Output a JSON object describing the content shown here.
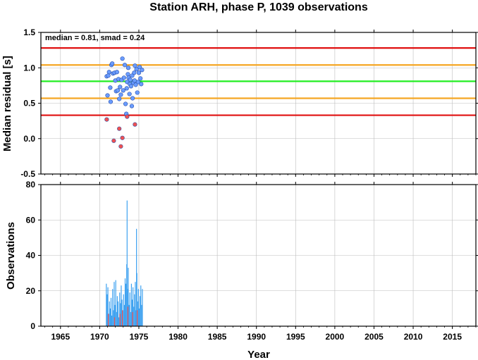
{
  "chart_data": {
    "title": "Station ARH, phase P, 1039 observations",
    "xlabel": "Year",
    "x_ticks": [
      1965,
      1970,
      1975,
      1980,
      1985,
      1990,
      1995,
      2000,
      2005,
      2010,
      2015
    ],
    "xlim": [
      1962.5,
      2018
    ],
    "panels": [
      {
        "type": "scatter",
        "ylabel": "Median residual [s]",
        "ylim": [
          -0.5,
          1.5
        ],
        "y_ticks": [
          -0.5,
          0.0,
          0.5,
          1.0,
          1.5
        ],
        "y_tick_labels": [
          "-0.5",
          "0.0",
          "0.5",
          "1.0",
          "1.5"
        ],
        "grid": true,
        "annotation": "median = 0.81, smad = 0.24",
        "reference_lines": [
          {
            "y": 1.28,
            "color": "#e01010"
          },
          {
            "y": 1.04,
            "color": "#f5a623"
          },
          {
            "y": 0.81,
            "color": "#22ee22"
          },
          {
            "y": 0.57,
            "color": "#f5a623"
          },
          {
            "y": 0.33,
            "color": "#e01010"
          }
        ],
        "series": [
          {
            "color": "#6a9cff",
            "points": [
              [
                1970.9,
                0.88
              ],
              [
                1971.0,
                0.61
              ],
              [
                1971.1,
                0.89
              ],
              [
                1971.2,
                0.94
              ],
              [
                1971.35,
                0.72
              ],
              [
                1971.4,
                0.52
              ],
              [
                1971.5,
                1.04
              ],
              [
                1971.6,
                1.06
              ],
              [
                1971.7,
                0.92
              ],
              [
                1971.9,
                0.93
              ],
              [
                1972.0,
                0.82
              ],
              [
                1972.1,
                0.67
              ],
              [
                1972.2,
                0.94
              ],
              [
                1972.3,
                0.68
              ],
              [
                1972.4,
                0.84
              ],
              [
                1972.5,
                0.56
              ],
              [
                1972.6,
                0.73
              ],
              [
                1972.7,
                0.62
              ],
              [
                1972.8,
                0.83
              ],
              [
                1972.9,
                1.13
              ],
              [
                1973.0,
                0.68
              ],
              [
                1973.1,
                0.86
              ],
              [
                1973.2,
                1.04
              ],
              [
                1973.3,
                0.49
              ],
              [
                1973.4,
                0.35
              ],
              [
                1973.45,
                0.71
              ],
              [
                1973.5,
                0.8
              ],
              [
                1973.6,
                0.91
              ],
              [
                1973.65,
                1.0
              ],
              [
                1973.7,
                0.86
              ],
              [
                1973.8,
                0.63
              ],
              [
                1973.85,
                0.77
              ],
              [
                1973.9,
                0.83
              ],
              [
                1974.0,
                0.74
              ],
              [
                1974.1,
                0.46
              ],
              [
                1974.15,
                0.89
              ],
              [
                1974.2,
                0.57
              ],
              [
                1974.3,
                0.79
              ],
              [
                1974.4,
                0.93
              ],
              [
                1974.45,
                0.82
              ],
              [
                1974.5,
                1.03
              ],
              [
                1974.6,
                0.76
              ],
              [
                1974.7,
                0.98
              ],
              [
                1974.8,
                0.65
              ],
              [
                1974.9,
                0.8
              ],
              [
                1975.0,
                0.93
              ],
              [
                1975.1,
                1.01
              ],
              [
                1975.2,
                0.85
              ],
              [
                1975.3,
                0.77
              ],
              [
                1975.4,
                0.97
              ]
            ]
          },
          {
            "color": "#f05050",
            "points": [
              [
                1970.9,
                0.27
              ],
              [
                1971.8,
                -0.03
              ],
              [
                1972.5,
                0.14
              ],
              [
                1972.7,
                -0.11
              ],
              [
                1972.9,
                0.01
              ],
              [
                1973.5,
                0.31
              ],
              [
                1974.5,
                0.2
              ]
            ]
          }
        ]
      },
      {
        "type": "bar",
        "ylabel": "Observations",
        "ylim": [
          0,
          80
        ],
        "y_ticks": [
          0,
          20,
          40,
          60,
          80
        ],
        "y_tick_labels": [
          "0",
          "20",
          "40",
          "60",
          "80"
        ],
        "grid": true,
        "bar_width_years": 0.06,
        "series": [
          {
            "color": "#3fa2f0",
            "x": [
              1970.85,
              1970.95,
              1971.05,
              1971.15,
              1971.25,
              1971.35,
              1971.45,
              1971.55,
              1971.65,
              1971.75,
              1971.85,
              1971.95,
              1972.05,
              1972.15,
              1972.25,
              1972.35,
              1972.45,
              1972.55,
              1972.65,
              1972.75,
              1972.85,
              1972.95,
              1973.05,
              1973.15,
              1973.25,
              1973.35,
              1973.45,
              1973.5,
              1973.55,
              1973.65,
              1973.75,
              1973.85,
              1973.95,
              1974.05,
              1974.15,
              1974.25,
              1974.35,
              1974.45,
              1974.55,
              1974.65,
              1974.7,
              1974.75,
              1974.85,
              1974.95,
              1975.05,
              1975.15,
              1975.25,
              1975.35,
              1975.45
            ],
            "values": [
              24,
              18,
              22,
              7,
              14,
              10,
              16,
              6,
              21,
              9,
              25,
              12,
              26,
              8,
              17,
              14,
              5,
              19,
              13,
              23,
              15,
              9,
              18,
              12,
              27,
              24,
              35,
              71,
              21,
              33,
              12,
              19,
              8,
              24,
              15,
              22,
              11,
              18,
              25,
              9,
              55,
              30,
              14,
              21,
              10,
              17,
              23,
              12,
              21
            ]
          },
          {
            "color": "#f05050",
            "x": [
              1971.1,
              1971.9,
              1972.6,
              1972.9,
              1973.6,
              1974.2,
              1974.8
            ],
            "values": [
              7,
              5,
              7,
              9,
              11,
              8,
              9
            ]
          }
        ]
      }
    ]
  }
}
